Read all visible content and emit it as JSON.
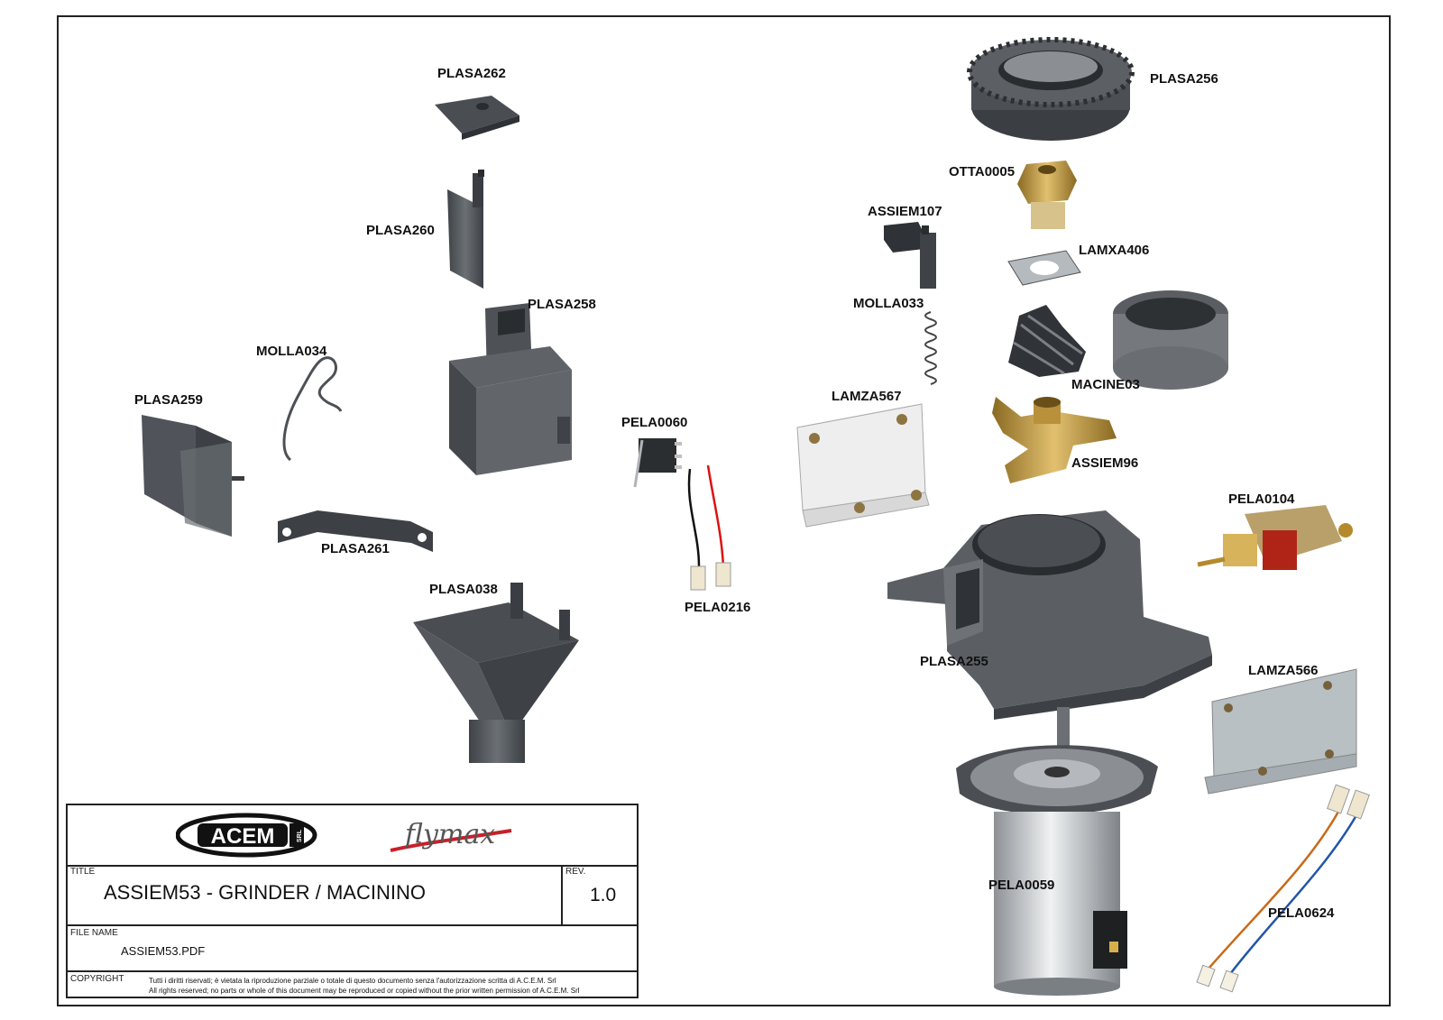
{
  "drawing": {
    "parts": [
      {
        "code": "PLASA262"
      },
      {
        "code": "PLASA260"
      },
      {
        "code": "PLASA258"
      },
      {
        "code": "MOLLA034"
      },
      {
        "code": "PLASA259"
      },
      {
        "code": "PLASA261"
      },
      {
        "code": "PLASA038"
      },
      {
        "code": "PELA0060"
      },
      {
        "code": "PELA0216"
      },
      {
        "code": "PLASA256"
      },
      {
        "code": "OTTA0005"
      },
      {
        "code": "ASSIEM107"
      },
      {
        "code": "LAMXA406"
      },
      {
        "code": "MOLLA033"
      },
      {
        "code": "MACINE03"
      },
      {
        "code": "LAMZA567"
      },
      {
        "code": "ASSIEM96"
      },
      {
        "code": "PELA0104"
      },
      {
        "code": "PLASA255"
      },
      {
        "code": "LAMZA566"
      },
      {
        "code": "PELA0059"
      },
      {
        "code": "PELA0624"
      }
    ]
  },
  "title_block": {
    "logos": {
      "brand": "ACEM",
      "brand_suffix": "SRL",
      "product": "flymax"
    },
    "title_caption": "TITLE",
    "title": "ASSIEM53 - GRINDER / MACININO",
    "rev_caption": "REV.",
    "rev": "1.0",
    "file_caption": "FILE NAME",
    "file_name": "ASSIEM53.PDF",
    "copyright_caption": "COPYRIGHT",
    "copyright_it": "Tutti i diritti riservati; è vietata la riproduzione parziale o totale di questo documento senza l'autorizzazione scritta di A.C.E.M. Srl",
    "copyright_en": "All rights reserved; no parts or whole of this document may be reproduced or copied without the prior written permission of A.C.E.M. Srl"
  },
  "colors": {
    "frame": "#222222",
    "plastic_grey": "#55595e",
    "metal": "#a7adb3",
    "brass": "#b8913a",
    "flymax_red": "#c8202a"
  }
}
